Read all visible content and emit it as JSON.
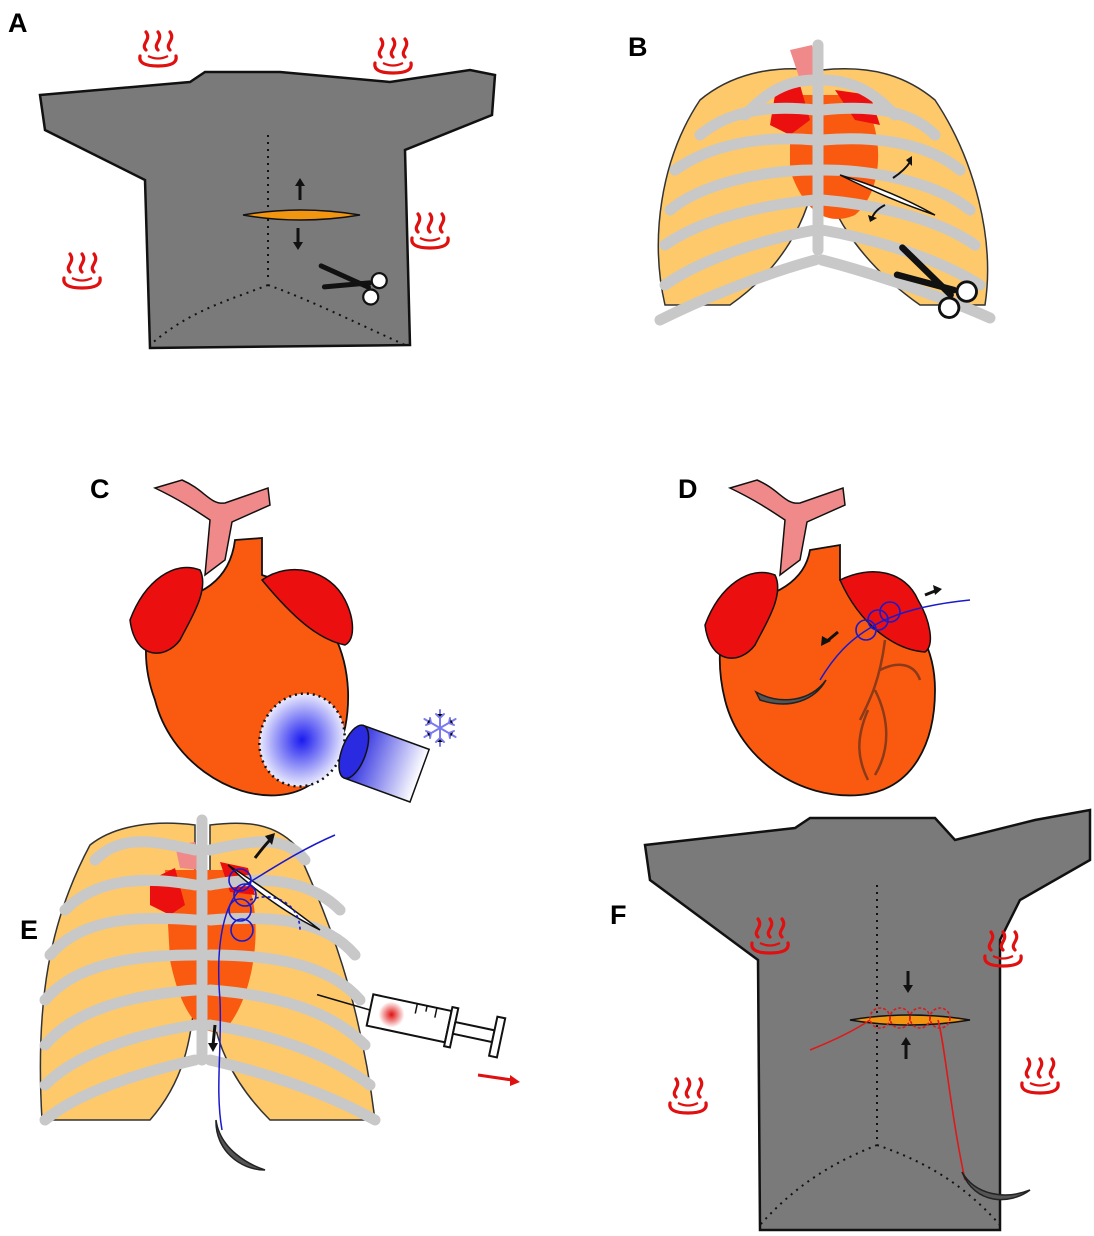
{
  "colors": {
    "skin_gray": "#7a7a7a",
    "rib_gray": "#c8c8c8",
    "lung_yellow": "#fdc96b",
    "heart_orange": "#fa5a0f",
    "atrium_red": "#ec0f0f",
    "vessel_pink": "#f08a8a",
    "incision_orange": "#f29611",
    "suture_blue": "#1a1acc",
    "suture_red": "#dc1a1a",
    "heat_red": "#e01010",
    "cryo_blue": "#2a2ae0"
  },
  "panels": [
    {
      "id": "A",
      "label": "A"
    },
    {
      "id": "B",
      "label": "B"
    },
    {
      "id": "C",
      "label": "C"
    },
    {
      "id": "D",
      "label": "D"
    },
    {
      "id": "E",
      "label": "E"
    },
    {
      "id": "F",
      "label": "F"
    }
  ],
  "icons": {
    "heat": "heat-icon",
    "scissors": "scissors-icon",
    "snowflake": "snowflake-icon",
    "syringe": "syringe-icon",
    "needle": "needle-icon"
  }
}
